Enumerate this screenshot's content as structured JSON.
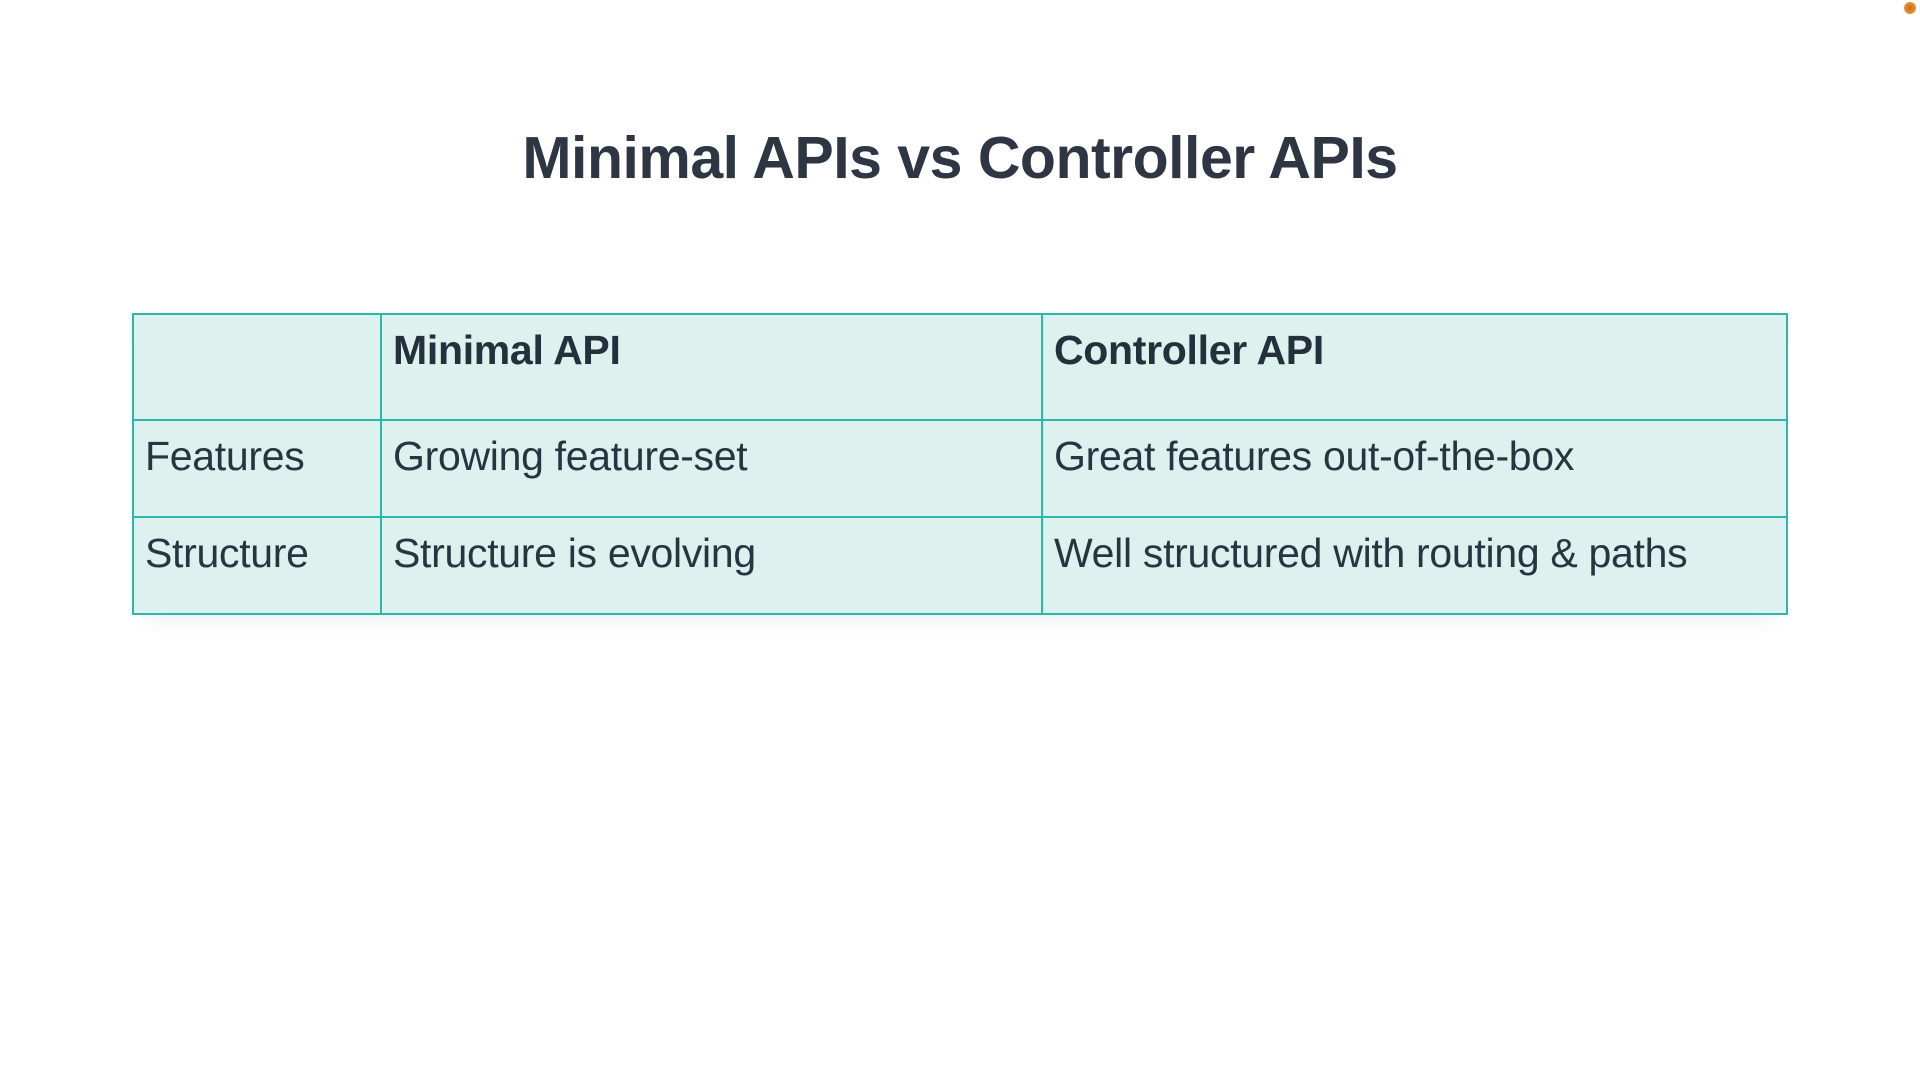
{
  "page": {
    "title": "Minimal APIs vs Controller APIs"
  },
  "table": {
    "header": [
      "",
      "Minimal API",
      "Controller API"
    ],
    "rows": [
      [
        "Features",
        "Growing feature-set",
        "Great features out-of-the-box"
      ],
      [
        "Structure",
        "Structure is evolving",
        "Well structured with routing & paths"
      ]
    ]
  },
  "indicator": {
    "color": "#e8912f"
  },
  "colors": {
    "table_border": "#2ab7ae",
    "cell_background": "#ddf1ef",
    "title_text": "#2d3642",
    "body_text": "#263640",
    "page_background": "#ffffff"
  }
}
